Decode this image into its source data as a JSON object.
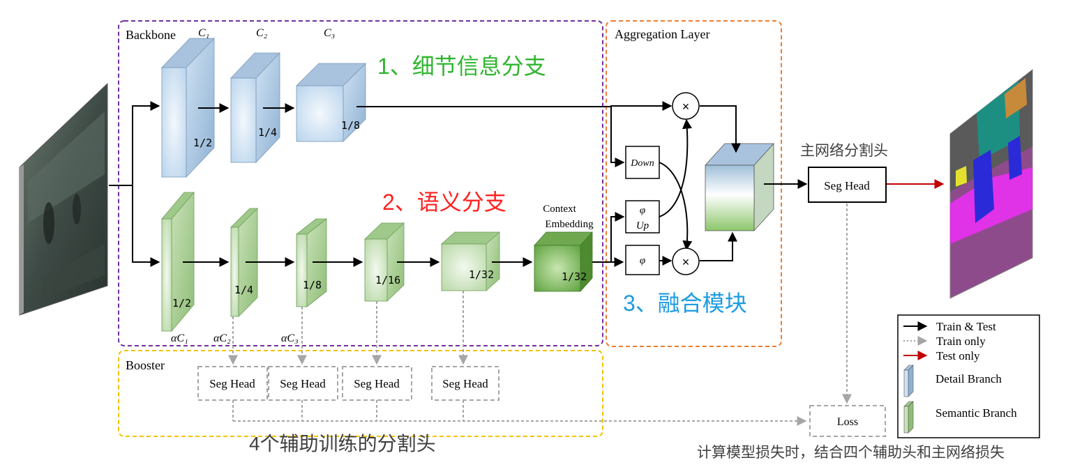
{
  "backbone": {
    "title": "Backbone",
    "channel_labels": [
      "C₁",
      "C₂",
      "C₃"
    ],
    "semantic_channel_labels": [
      "αC₁",
      "αC₂",
      "αC₃"
    ]
  },
  "detail_branch": {
    "annotation": "1、细节信息分支",
    "scales": [
      "1/2",
      "1/4",
      "1/8"
    ]
  },
  "semantic_branch": {
    "annotation": "2、语义分支",
    "scales": [
      "1/2",
      "1/4",
      "1/8",
      "1/16",
      "1/32"
    ],
    "context_embedding": {
      "line1": "Context",
      "line2": "Embedding",
      "scale": "1/32"
    }
  },
  "aggregation": {
    "title": "Aggregation Layer",
    "annotation": "3、融合模块",
    "down": "Down",
    "phi": "φ",
    "up": "Up",
    "multiply": "×"
  },
  "main_head": {
    "annotation": "主网络分割头",
    "label": "Seg Head"
  },
  "booster": {
    "title": "Booster",
    "heads": [
      "Seg Head",
      "Seg Head",
      "Seg Head",
      "Seg Head"
    ],
    "annotation": "4个辅助训练的分割头"
  },
  "loss": {
    "label": "Loss",
    "annotation": "计算模型损失时，结合四个辅助头和主网络损失"
  },
  "legend": {
    "items": [
      {
        "label": "Train & Test",
        "color": "#000000",
        "style": "solid"
      },
      {
        "label": "Train only",
        "color": "#9e9e9e",
        "style": "dotted"
      },
      {
        "label": "Test only",
        "color": "#c00000",
        "style": "solid"
      }
    ],
    "detail_branch": "Detail Branch",
    "semantic_branch": "Semantic Branch"
  },
  "colors": {
    "backbone_border": "#7030a0",
    "aggregation_border": "#ed7d31",
    "booster_border": "#f2c200",
    "annotation_detail": "#2fb52f",
    "annotation_semantic": "#ff2222",
    "annotation_fusion": "#1e9be0",
    "test_arrow": "#c00000",
    "train_arrow": "#a6a6a6"
  }
}
